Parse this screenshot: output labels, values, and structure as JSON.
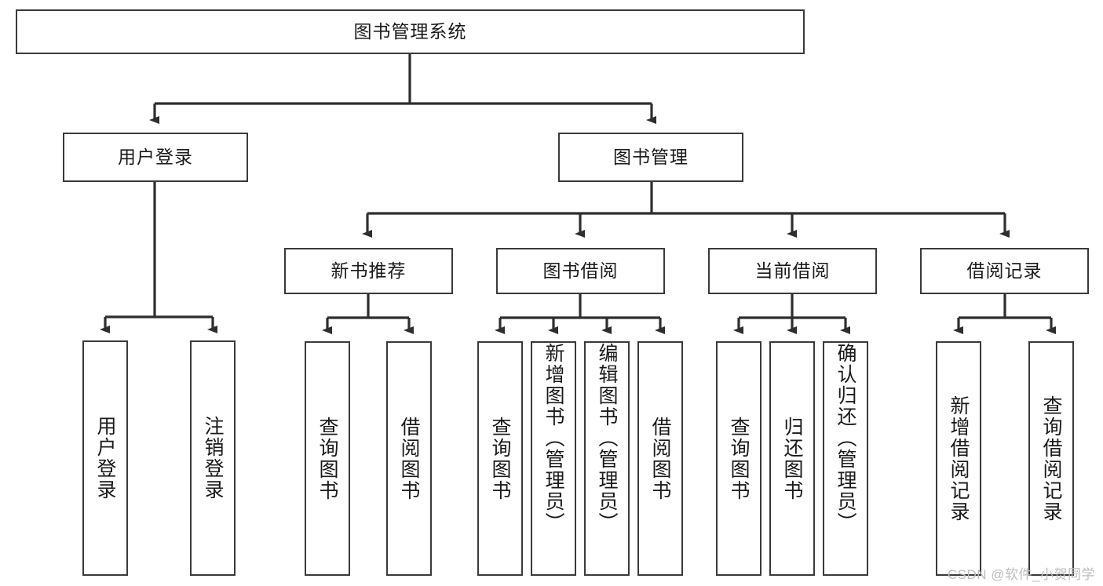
{
  "diagram": {
    "title": "图书管理系统",
    "type": "tree-hierarchy-chart",
    "watermark": "CSDN @软件_小贺同学",
    "colors": {
      "box_border": "#3a3a3a",
      "box_fill": "#ffffff",
      "edge": "#2e2e2e",
      "text": "#1a1a1a",
      "watermark": "#bdbdbd",
      "background": "#ffffff"
    },
    "root": {
      "label": "图书管理系统",
      "orientation": "horizontal"
    },
    "level2": [
      {
        "label": "用户登录",
        "orientation": "horizontal"
      },
      {
        "label": "图书管理",
        "orientation": "horizontal"
      }
    ],
    "level3": [
      {
        "label": "新书推荐",
        "orientation": "horizontal",
        "parent": "图书管理"
      },
      {
        "label": "图书借阅",
        "orientation": "horizontal",
        "parent": "图书管理"
      },
      {
        "label": "当前借阅",
        "orientation": "horizontal",
        "parent": "图书管理"
      },
      {
        "label": "借阅记录",
        "orientation": "horizontal",
        "parent": "图书管理"
      }
    ],
    "leaves": {
      "user_login": [
        {
          "label": "用户登录",
          "orientation": "vertical"
        },
        {
          "label": "注销登录",
          "orientation": "vertical"
        }
      ],
      "new_book_recommend": [
        {
          "label": "查询图书",
          "orientation": "vertical"
        },
        {
          "label": "借阅图书",
          "orientation": "vertical"
        }
      ],
      "book_borrow": [
        {
          "label": "查询图书",
          "orientation": "vertical"
        },
        {
          "label": "新增图书（管理员）",
          "orientation": "vertical"
        },
        {
          "label": "编辑图书（管理员）",
          "orientation": "vertical"
        },
        {
          "label": "借阅图书",
          "orientation": "vertical"
        }
      ],
      "current_borrow": [
        {
          "label": "查询图书",
          "orientation": "vertical"
        },
        {
          "label": "归还图书",
          "orientation": "vertical"
        },
        {
          "label": "确认归还（管理员）",
          "orientation": "vertical"
        }
      ],
      "borrow_records": [
        {
          "label": "新增借阅记录",
          "orientation": "vertical"
        },
        {
          "label": "查询借阅记录",
          "orientation": "vertical"
        }
      ]
    }
  }
}
